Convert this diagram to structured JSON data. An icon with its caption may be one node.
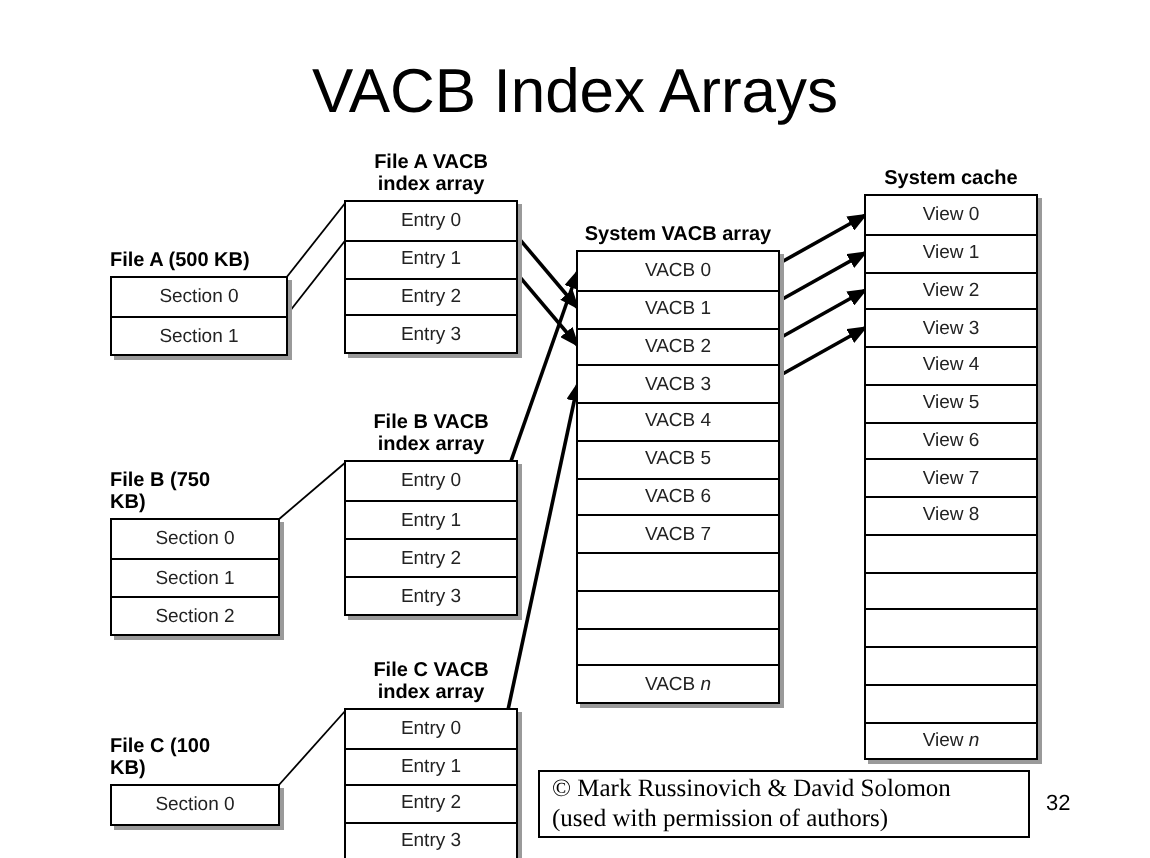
{
  "diagram": {
    "title": "VACB Index Arrays",
    "nodes": [
      {
        "text": [
          "File A (500 KB)"
        ]
      },
      {
        "text": [
          "Section 0"
        ],
        "in": 0
      },
      {
        "text": [
          "Section 1"
        ],
        "in": 0
      },
      {
        "text": [
          "File A VACB index array"
        ]
      },
      {
        "text": [
          "Entry 0"
        ],
        "in": 3
      },
      {
        "text": [
          "Entry 1"
        ],
        "in": 3
      },
      {
        "text": [
          "Entry 2"
        ],
        "in": 3
      },
      {
        "text": [
          "Entry 3"
        ],
        "in": 3
      },
      {
        "text": [
          "System VACB array"
        ]
      },
      {
        "text": [
          "VACB 0"
        ],
        "in": 8
      },
      {
        "text": [
          "VACB 1"
        ],
        "in": 8
      },
      {
        "text": [
          "VACB 2"
        ],
        "in": 8
      },
      {
        "text": [
          "VACB 3"
        ],
        "in": 8
      },
      {
        "text": [
          "VACB 4"
        ],
        "in": 8
      },
      {
        "text": [
          "VACB 5"
        ],
        "in": 8
      },
      {
        "text": [
          "VACB 6"
        ],
        "in": 8
      },
      {
        "text": [
          "VACB 7"
        ],
        "in": 8
      },
      {
        "text": [],
        "shape": "box",
        "in": 8
      },
      {
        "text": [],
        "shape": "box",
        "in": 8
      },
      {
        "text": [],
        "shape": "box",
        "in": 8
      },
      {
        "text": [
          "VACB *n*"
        ],
        "in": 8
      },
      {
        "text": [
          "System cache"
        ]
      },
      {
        "text": [
          "View 0"
        ],
        "in": 21
      },
      {
        "text": [
          "View 1"
        ],
        "in": 21
      },
      {
        "text": [
          "View 2"
        ],
        "in": 21
      },
      {
        "text": [
          "View 3"
        ],
        "in": 21
      },
      {
        "text": [
          "View 4"
        ],
        "in": 21
      },
      {
        "text": [
          "View 5"
        ],
        "in": 21
      },
      {
        "text": [
          "View 6"
        ],
        "in": 21
      },
      {
        "text": [
          "View 7"
        ],
        "in": 21
      },
      {
        "text": [
          "View 8"
        ],
        "in": 21
      },
      {
        "text": [],
        "shape": "box",
        "in": 21
      },
      {
        "text": [],
        "shape": "box",
        "in": 21
      },
      {
        "text": [],
        "shape": "box",
        "in": 21
      },
      {
        "text": [],
        "shape": "box",
        "in": 21
      },
      {
        "text": [],
        "shape": "box",
        "in": 21
      },
      {
        "text": [
          "View *n*"
        ],
        "in": 21
      },
      {
        "text": [
          "File B (750 KB)"
        ]
      },
      {
        "text": [
          "Section 0"
        ],
        "in": 37
      },
      {
        "text": [
          "Section 1"
        ],
        "in": 37
      },
      {
        "text": [
          "Section 2"
        ],
        "in": 37
      },
      {
        "text": [
          "File B VACB index array"
        ]
      },
      {
        "text": [
          "Entry 0"
        ],
        "in": 41
      },
      {
        "text": [
          "Entry 1"
        ],
        "in": 41
      },
      {
        "text": [
          "Entry 2"
        ],
        "in": 41
      },
      {
        "text": [
          "Entry 3"
        ],
        "in": 41
      },
      {
        "text": [
          "File C (100 KB)"
        ]
      },
      {
        "text": [
          "Section 0"
        ],
        "in": 46
      },
      {
        "text": [
          "File C VACB index array"
        ]
      },
      {
        "text": [
          "Entry 0"
        ],
        "in": 48
      },
      {
        "text": [
          "Entry 1"
        ],
        "in": 48
      },
      {
        "text": [
          "Entry 2"
        ],
        "in": 48
      },
      {
        "text": [
          "Entry 3"
        ],
        "in": 48
      },
      {
        "text": [
          "© Mark Russinovich & David Solomon (used with permission of authors)"
        ]
      }
    ],
    "edges": [
      {
        "from": 0,
        "to": 3,
        "arrow": "none"
      },
      {
        "from": 0,
        "to": 3,
        "arrow": "none"
      },
      {
        "from": 37,
        "to": 41,
        "arrow": "none"
      },
      {
        "from": 46,
        "to": 48,
        "arrow": "none"
      },
      {
        "from": 4,
        "to": 10,
        "arrow": "to"
      },
      {
        "from": 5,
        "to": 11,
        "arrow": "to"
      },
      {
        "from": 42,
        "to": 9,
        "arrow": "to"
      },
      {
        "from": 49,
        "to": 12,
        "arrow": "to"
      },
      {
        "from": 9,
        "to": 22,
        "arrow": "to"
      },
      {
        "from": 10,
        "to": 23,
        "arrow": "to"
      },
      {
        "from": 11,
        "to": 24,
        "arrow": "to"
      },
      {
        "from": 12,
        "to": 25,
        "arrow": "to"
      }
    ],
    "labels": [
      "32"
    ]
  }
}
